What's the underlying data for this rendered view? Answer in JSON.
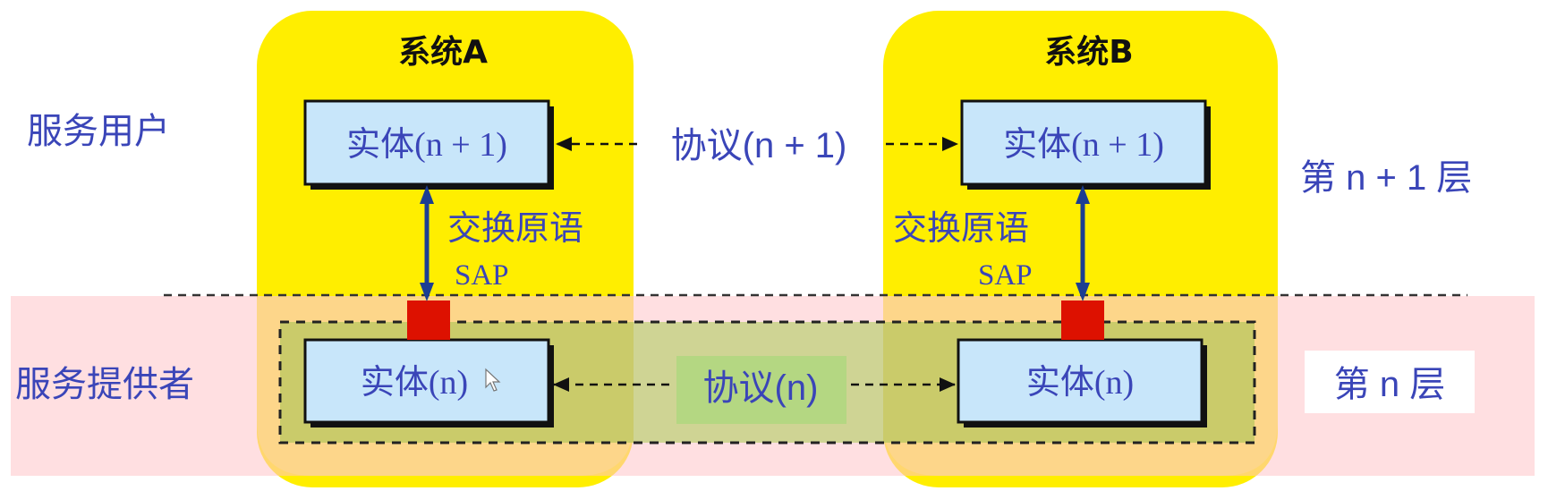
{
  "colors": {
    "system_box": "#FFEE00",
    "layer_band": "#FFDCDC",
    "lower_overlap": "#FDD68A",
    "inner_layer": "#CACB6A",
    "entity_fill": "#C8E6FA",
    "sap_square": "#DD1100",
    "label_blue": "#3A45B8",
    "arrow_blue": "#1C3E92",
    "protocol_n_bg": "#A8D87A"
  },
  "systems": [
    {
      "title": "系统A",
      "entity_upper": "实体(n + 1)",
      "entity_lower": "实体(n)",
      "primitive_label": "交换原语",
      "sap_label": "SAP"
    },
    {
      "title": "系统B",
      "entity_upper": "实体(n + 1)",
      "entity_lower": "实体(n)",
      "primitive_label": "交换原语",
      "sap_label": "SAP"
    }
  ],
  "protocols": {
    "upper": "协议(n + 1)",
    "lower": "协议(n)"
  },
  "roles": {
    "user": "服务用户",
    "provider": "服务提供者"
  },
  "layers": {
    "upper": "第 n + 1 层",
    "lower": "第 n 层"
  },
  "icons": {
    "cursor": "mouse-pointer-icon"
  }
}
